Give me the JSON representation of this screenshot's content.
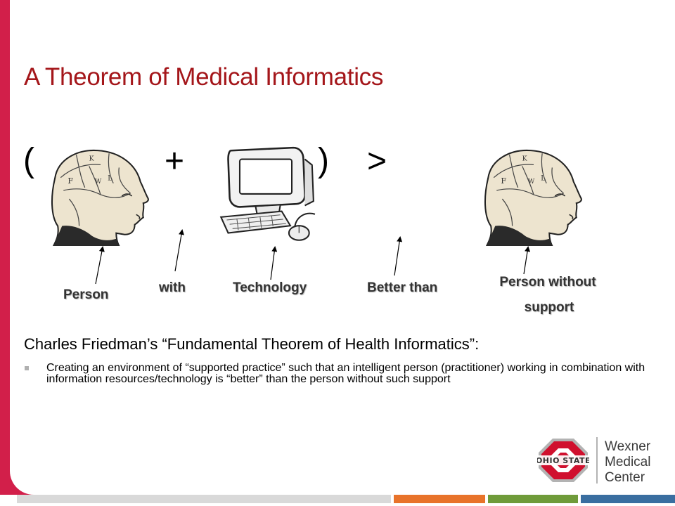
{
  "slide": {
    "title": "A Theorem of Medical Informatics",
    "equation": {
      "open_paren": "(",
      "plus": "+",
      "close_paren": ")",
      "greater_than": ">"
    },
    "labels": {
      "person": "Person",
      "with": "with",
      "technology": "Technology",
      "better_than": "Better than",
      "person_without_line1": "Person without",
      "person_without_line2": "support"
    },
    "subheading": "Charles Friedman’s “Fundamental Theorem of Health Informatics”:",
    "bullet": "Creating an environment of “supported practice” such that an intelligent person (practitioner) working in combination with information resources/technology is “better” than the person without such support"
  },
  "logo": {
    "seal_text": "OHIO STATE",
    "line1": "Wexner",
    "line2": "Medical",
    "line3": "Center"
  },
  "colors": {
    "accent_red": "#d21f4a",
    "title_red": "#a4161a",
    "bar_orange": "#e8732a",
    "bar_green": "#6f9b3a",
    "bar_blue": "#3a6ea0"
  },
  "icons": {
    "head": "phrenology-head-icon",
    "computer": "desktop-computer-icon"
  }
}
